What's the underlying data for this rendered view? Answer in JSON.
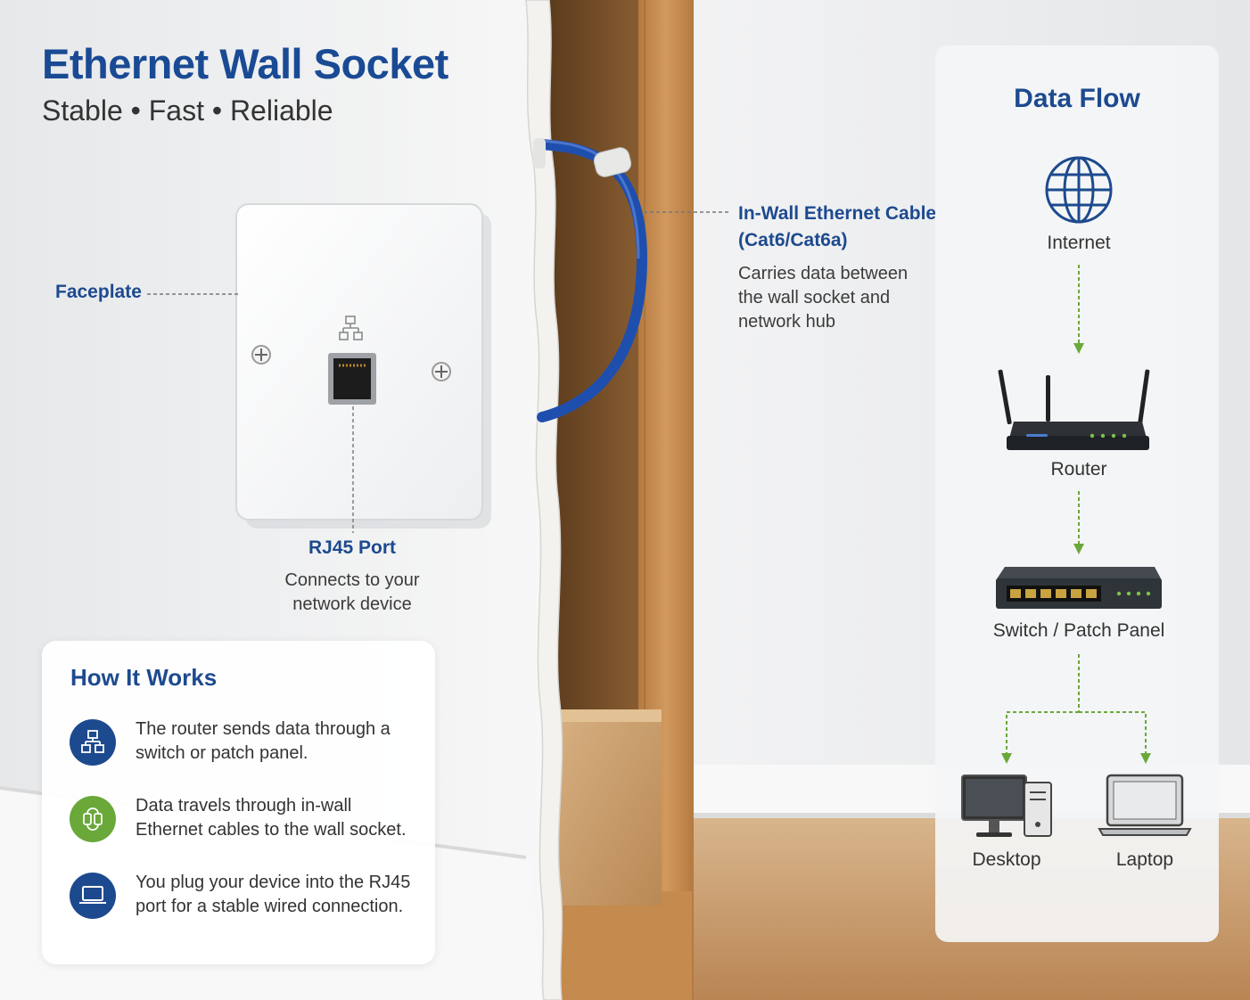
{
  "title": "Ethernet Wall Socket",
  "subtitle": "Stable • Fast • Reliable",
  "callouts": {
    "faceplate": "Faceplate",
    "rj45_title": "RJ45 Port",
    "rj45_desc": "Connects to your network device",
    "cable_title": "In-Wall Ethernet Cable (Cat6/Cat6a)",
    "cable_desc": "Carries data between the wall socket and network hub"
  },
  "how_it_works": {
    "title": "How It Works",
    "steps": [
      {
        "icon": "network-icon",
        "color": "#1d4a8f",
        "text": "The router sends data through a switch or patch panel."
      },
      {
        "icon": "cable-icon",
        "color": "#6aa83a",
        "text": "Data travels through in-wall Ethernet cables to the wall socket."
      },
      {
        "icon": "laptop-icon",
        "color": "#1d4a8f",
        "text": "You plug your device into the RJ45 port for a stable wired connection."
      }
    ]
  },
  "data_flow": {
    "title": "Data Flow",
    "nodes": [
      {
        "icon": "globe-icon",
        "label": "Internet"
      },
      {
        "icon": "router-icon",
        "label": "Router"
      },
      {
        "icon": "switch-icon",
        "label": "Switch / Patch Panel"
      },
      {
        "icon": "desktop-icon",
        "label": "Desktop"
      },
      {
        "icon": "laptop-icon",
        "label": "Laptop"
      }
    ]
  },
  "colors": {
    "accent_blue": "#1d4a8f",
    "arrow_green": "#6aa83a",
    "cable_blue": "#1f4fae",
    "wood": "#c48a4e"
  }
}
